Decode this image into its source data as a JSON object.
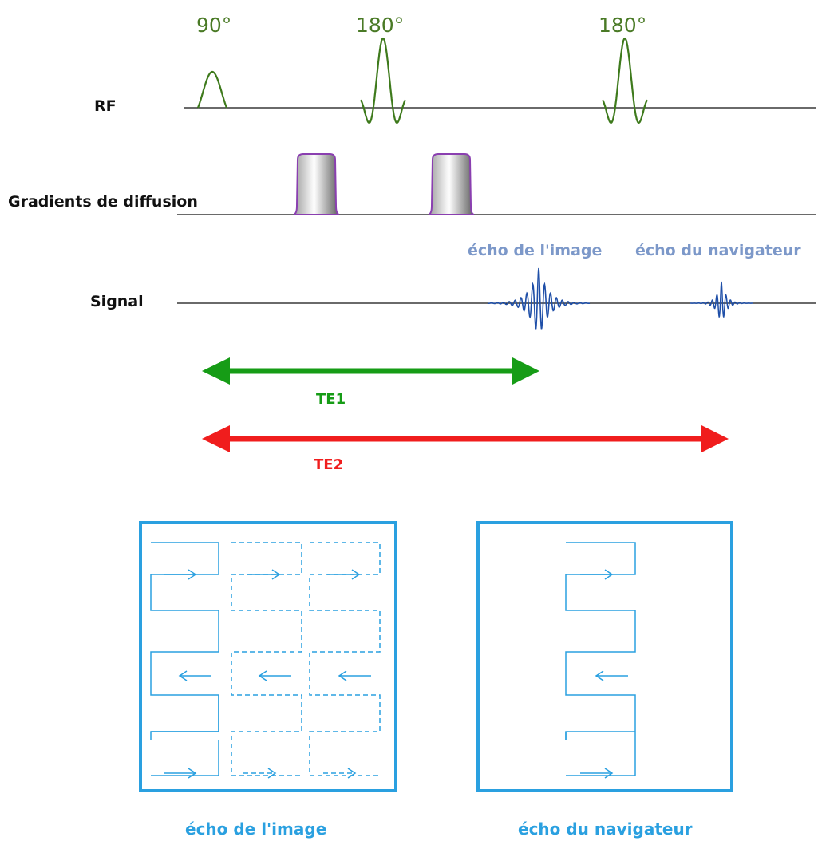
{
  "pulses": {
    "p90": "90°",
    "p180a": "180°",
    "p180b": "180°"
  },
  "rows": {
    "rf": "RF",
    "gradients": "Gradients de diffusion",
    "signal": "Signal"
  },
  "echoes": {
    "image": "écho de l'image",
    "navigator": "écho du navigateur"
  },
  "times": {
    "te1": "TE1",
    "te2": "TE2"
  },
  "boxes": {
    "image_caption": "écho de l'image",
    "navigator_caption": "écho du navigateur"
  },
  "colors": {
    "rf_pulse": "#3e7a1c",
    "gradient_outline": "#8a3fb0",
    "signal_wave": "#1f4fa8",
    "te1": "#169c16",
    "te2": "#f01d1d",
    "kspace": "#2aa0e0"
  }
}
